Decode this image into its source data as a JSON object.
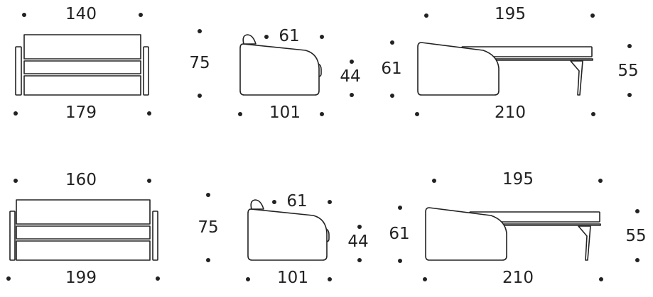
{
  "variants": [
    {
      "front": {
        "seat_width": "140",
        "total_width": "179"
      },
      "height": "75",
      "side": {
        "seat_depth": "61",
        "total_depth": "101",
        "seat_height": "44"
      },
      "bed": {
        "mattress_length": "195",
        "total_length": "210",
        "back_height": "61",
        "bed_height": "55"
      }
    },
    {
      "front": {
        "seat_width": "160",
        "total_width": "199"
      },
      "height": "75",
      "side": {
        "seat_depth": "61",
        "total_depth": "101",
        "seat_height": "44"
      },
      "bed": {
        "mattress_length": "195",
        "total_length": "210",
        "back_height": "61",
        "bed_height": "55"
      }
    }
  ],
  "colors": {
    "line": "#222222",
    "background": "#ffffff"
  }
}
